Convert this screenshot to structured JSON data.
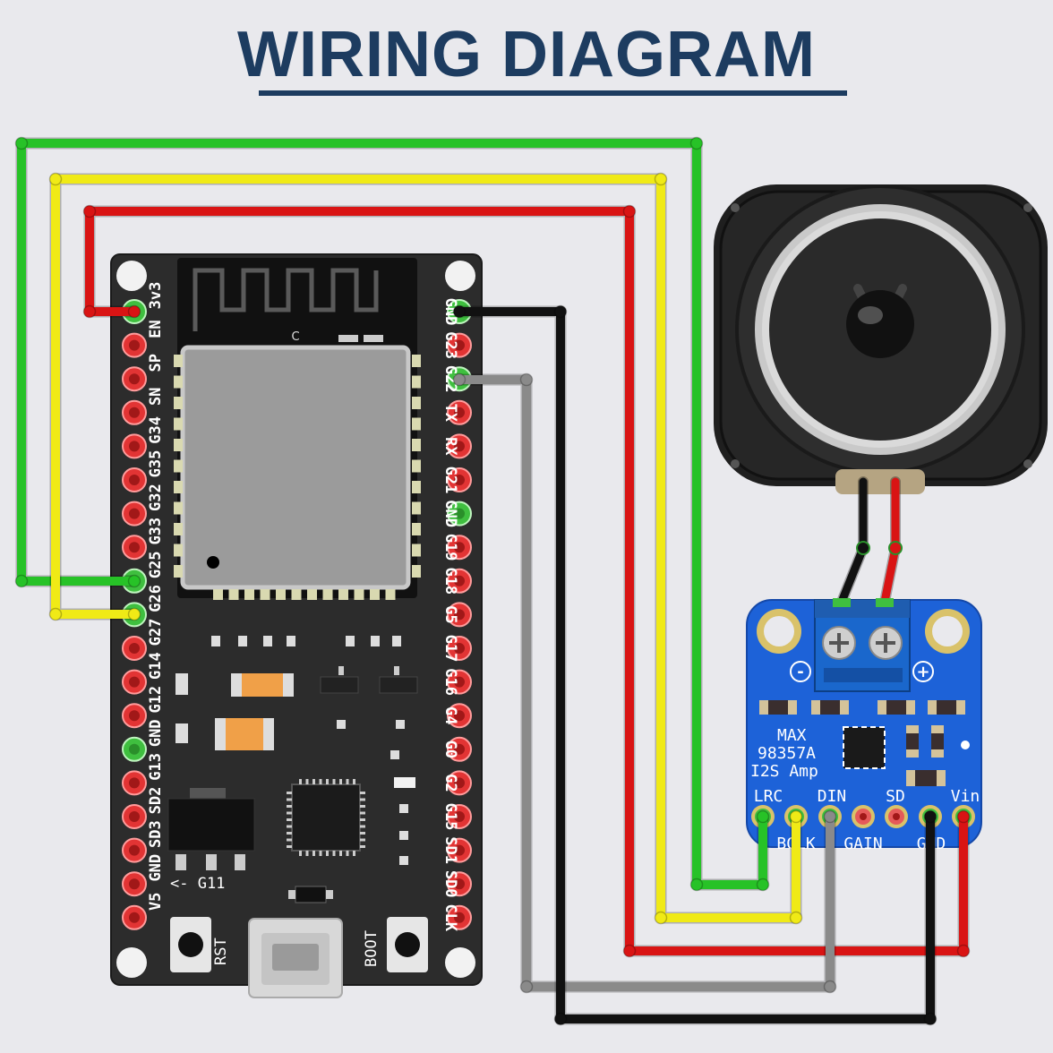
{
  "title": "WIRING DIAGRAM",
  "esp32": {
    "module_mark": "C",
    "left_pins": [
      "3v3",
      "EN",
      "SP",
      "SN",
      "G34",
      "G35",
      "G32",
      "G33",
      "G25",
      "G26",
      "G27",
      "G14",
      "G12",
      "GND",
      "G13",
      "SD2",
      "SD3",
      "GND",
      "V5"
    ],
    "right_pins": [
      "GND",
      "G23",
      "G22",
      "TX",
      "RX",
      "G21",
      "GND",
      "G19",
      "G18",
      "G5",
      "G17",
      "G16",
      "G4",
      "G0",
      "G2",
      "G15",
      "SD1",
      "SD0",
      "CLK"
    ],
    "g11_label": "<- G11",
    "rst_label": "RST",
    "boot_label": "BOOT"
  },
  "amp": {
    "line1": "MAX",
    "line2": "98357A",
    "line3": "I2S Amp",
    "top_pins": [
      "LRC",
      "DIN",
      "SD",
      "Vin"
    ],
    "bottom_pins": [
      "BCLK",
      "GAIN",
      "GND"
    ],
    "minus": "-",
    "plus": "+"
  },
  "colors": {
    "title": "#1d3c60",
    "wire_green": "#27c227",
    "wire_yellow": "#f0ea16",
    "wire_red": "#d91414",
    "wire_black": "#111111",
    "wire_gray": "#8a8a8a",
    "board": "#2c2c2c",
    "amp_board": "#1d62d8"
  }
}
